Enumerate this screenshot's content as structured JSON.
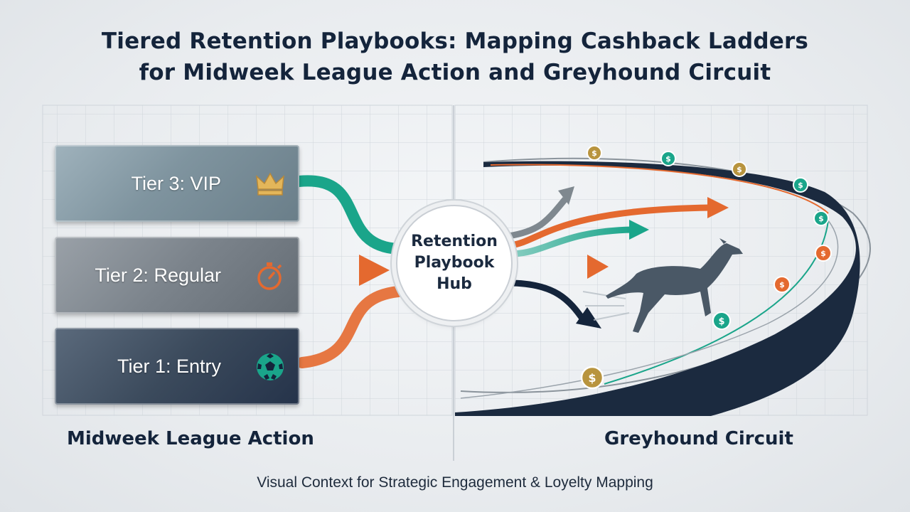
{
  "title": {
    "line1": "Tiered Retention Playbooks: Mapping Cashback Ladders",
    "line2": "for Midweek League Action and Greyhound Circuit"
  },
  "tiers": [
    {
      "label": "Tier 3: VIP",
      "icon": "crown-icon"
    },
    {
      "label": "Tier 2: Regular",
      "icon": "stopwatch-icon"
    },
    {
      "label": "Tier 1: Entry",
      "icon": "soccer-ball-icon"
    }
  ],
  "hub": {
    "label": "Retention Playbook Hub"
  },
  "sections": {
    "left": "Midweek League Action",
    "right": "Greyhound Circuit"
  },
  "caption": "Visual Context for Strategic Engagement & Loyelty Mapping",
  "colors": {
    "teal": "#1aa58a",
    "orange": "#e4692f",
    "navy": "#14243b",
    "gold": "#d6a94a",
    "grey": "#7f888f"
  }
}
